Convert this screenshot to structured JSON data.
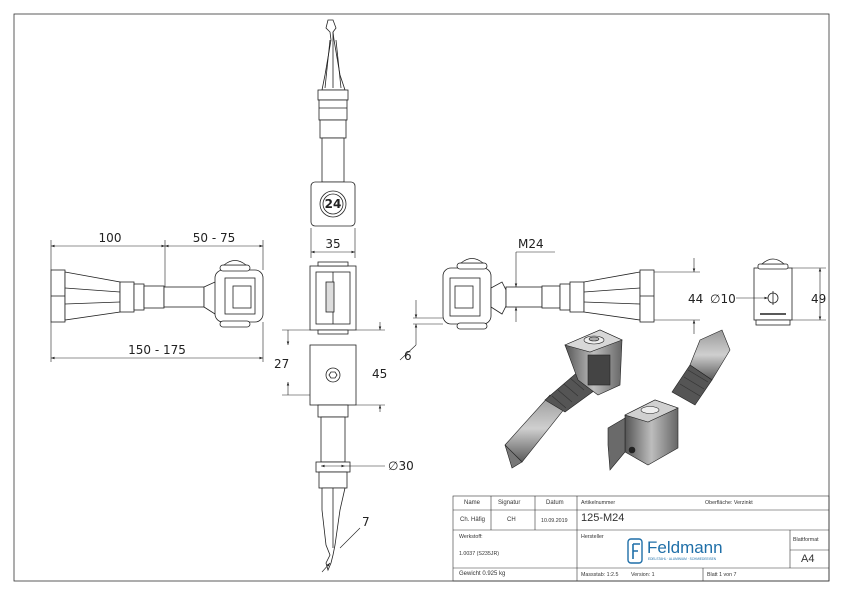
{
  "dimensions": {
    "d_100": "100",
    "d_50_75": "50 - 75",
    "d_150_175": "150 - 175",
    "d_35": "35",
    "d_27": "27",
    "d_45": "45",
    "d_6": "6",
    "d_30": "∅30",
    "d_7": "7",
    "d_m24": "M24",
    "d_44": "44",
    "d_10": "∅10",
    "d_49": "49",
    "nut_size": "24"
  },
  "title_block": {
    "hdr_name": "Name",
    "hdr_signatur": "Signatur",
    "hdr_datum": "Datum",
    "name": "Ch. Häfig",
    "signatur": "CH",
    "datum": "10.09.2019",
    "artikelnummer_label": "Artikelnummer",
    "artikelnummer": "125-M24",
    "oberflaeche": "Oberfläche:  Verzinkt",
    "werkstoff_label": "Werkstoff:",
    "werkstoff": "1.0037 (S235JR)",
    "hersteller_label": "Hersteller",
    "logo_text": "Feldmann",
    "logo_tagline": "EDELSTAHL · ALUMINIUM · SCHMIEDEEISEN",
    "blattformat_label": "Blattformat",
    "blattformat": "A4",
    "gewicht": "Gewicht 0.925 kg",
    "massstab": "Massstab: 1:2.5",
    "version": "Version: 1",
    "blatt": "Blatt 1 von 7"
  },
  "colors": {
    "line": "#222222",
    "part_fill": "#ffffff",
    "render_dark": "#4a4a4a",
    "render_mid": "#8a8a8a",
    "render_light": "#c8c8c8",
    "logo_blue": "#1f6fa8"
  }
}
